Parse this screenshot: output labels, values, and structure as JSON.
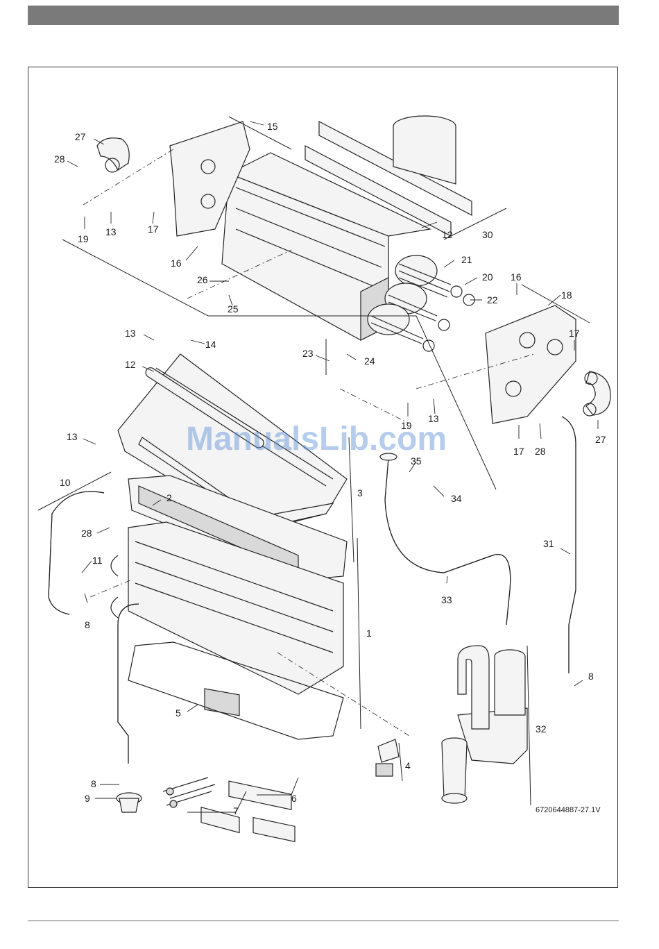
{
  "watermark": "ManualsLib.com",
  "drawing_code": "6720644887-27.1V",
  "callouts": {
    "c1": "1",
    "c2": "2",
    "c3": "3",
    "c4": "4",
    "c5": "5",
    "c6": "6",
    "c7": "7",
    "c8a": "8",
    "c8b": "8",
    "c8c": "8",
    "c9": "9",
    "c10": "10",
    "c11": "11",
    "c12a": "12",
    "c12b": "12",
    "c13a": "13",
    "c13b": "13",
    "c13c": "13",
    "c13d": "13",
    "c14": "14",
    "c15": "15",
    "c16a": "16",
    "c16b": "16",
    "c17a": "17",
    "c17b": "17",
    "c17c": "17",
    "c18": "18",
    "c19a": "19",
    "c19b": "19",
    "c20": "20",
    "c21": "21",
    "c22": "22",
    "c23": "23",
    "c24": "24",
    "c25": "25",
    "c26": "26",
    "c27a": "27",
    "c27b": "27",
    "c28a": "28",
    "c28b": "28",
    "c28c": "28",
    "c30": "30",
    "c31": "31",
    "c32": "32",
    "c33": "33",
    "c34": "34",
    "c35": "35"
  }
}
